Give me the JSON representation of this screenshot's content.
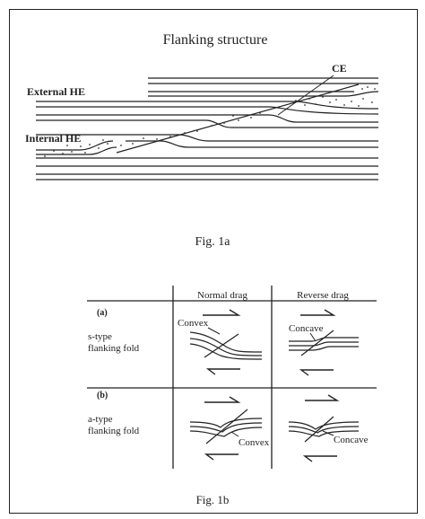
{
  "figure_a": {
    "title": "Flanking structure",
    "labels": {
      "external_he": "External HE",
      "internal_he": "Internal HE",
      "ce": "CE"
    },
    "caption": "Fig. 1a"
  },
  "figure_b": {
    "columns": {
      "normal": "Normal drag",
      "reverse": "Reverse drag"
    },
    "rows": [
      {
        "tag": "(a)",
        "line1": "s-type",
        "line2": "flanking fold",
        "normal_label": "Convex",
        "reverse_label": "Concave"
      },
      {
        "tag": "(b)",
        "line1": "a-type",
        "line2": "flanking fold",
        "normal_label": "Convex",
        "reverse_label": "Concave"
      }
    ],
    "caption": "Fig. 1b"
  }
}
